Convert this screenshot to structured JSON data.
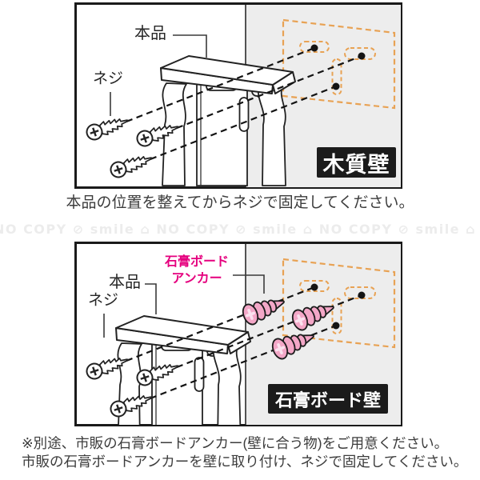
{
  "panels": {
    "top": {
      "labels": {
        "product": "本品",
        "screw": "ネジ"
      },
      "badge": "木質壁",
      "caption": "本品の位置を整えてからネジで固定してください。"
    },
    "bottom": {
      "labels": {
        "product": "本品",
        "screw": "ネジ",
        "anchor": "石膏ボード\nアンカー"
      },
      "badge": "石膏ボード壁",
      "notes": [
        "※別途、市販の石膏ボードアンカー(壁に合う物)をご用意ください。",
        "市販の石膏ボードアンカーを壁に取り付け、ネジで固定してください。"
      ]
    }
  },
  "watermark": {
    "tile": "NO COPY ⊘ smile ⌂",
    "repeats": 4
  },
  "colors": {
    "wall_gray": "#EDEDED",
    "guide_orange": "#E8A254",
    "anchor_pink": "#F3A7C7",
    "anchor_label_pink": "#E5007E",
    "badge_bg": "#1B1B1B",
    "badge_text": "#FFFFFF",
    "caption_text": "#3C3C3C",
    "watermark_gray": "#ECECEC",
    "line_black": "#222222"
  }
}
